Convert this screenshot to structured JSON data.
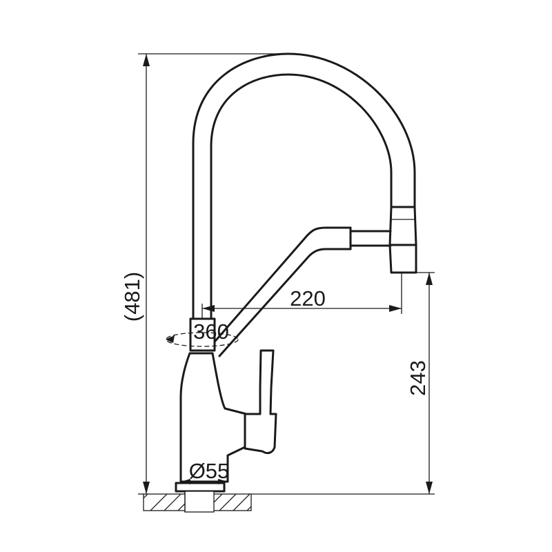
{
  "dimensions": {
    "overall_height": "(481)",
    "spout_reach": "220",
    "spout_height": "243",
    "rotation": "360",
    "base_diameter": "Ø55"
  }
}
